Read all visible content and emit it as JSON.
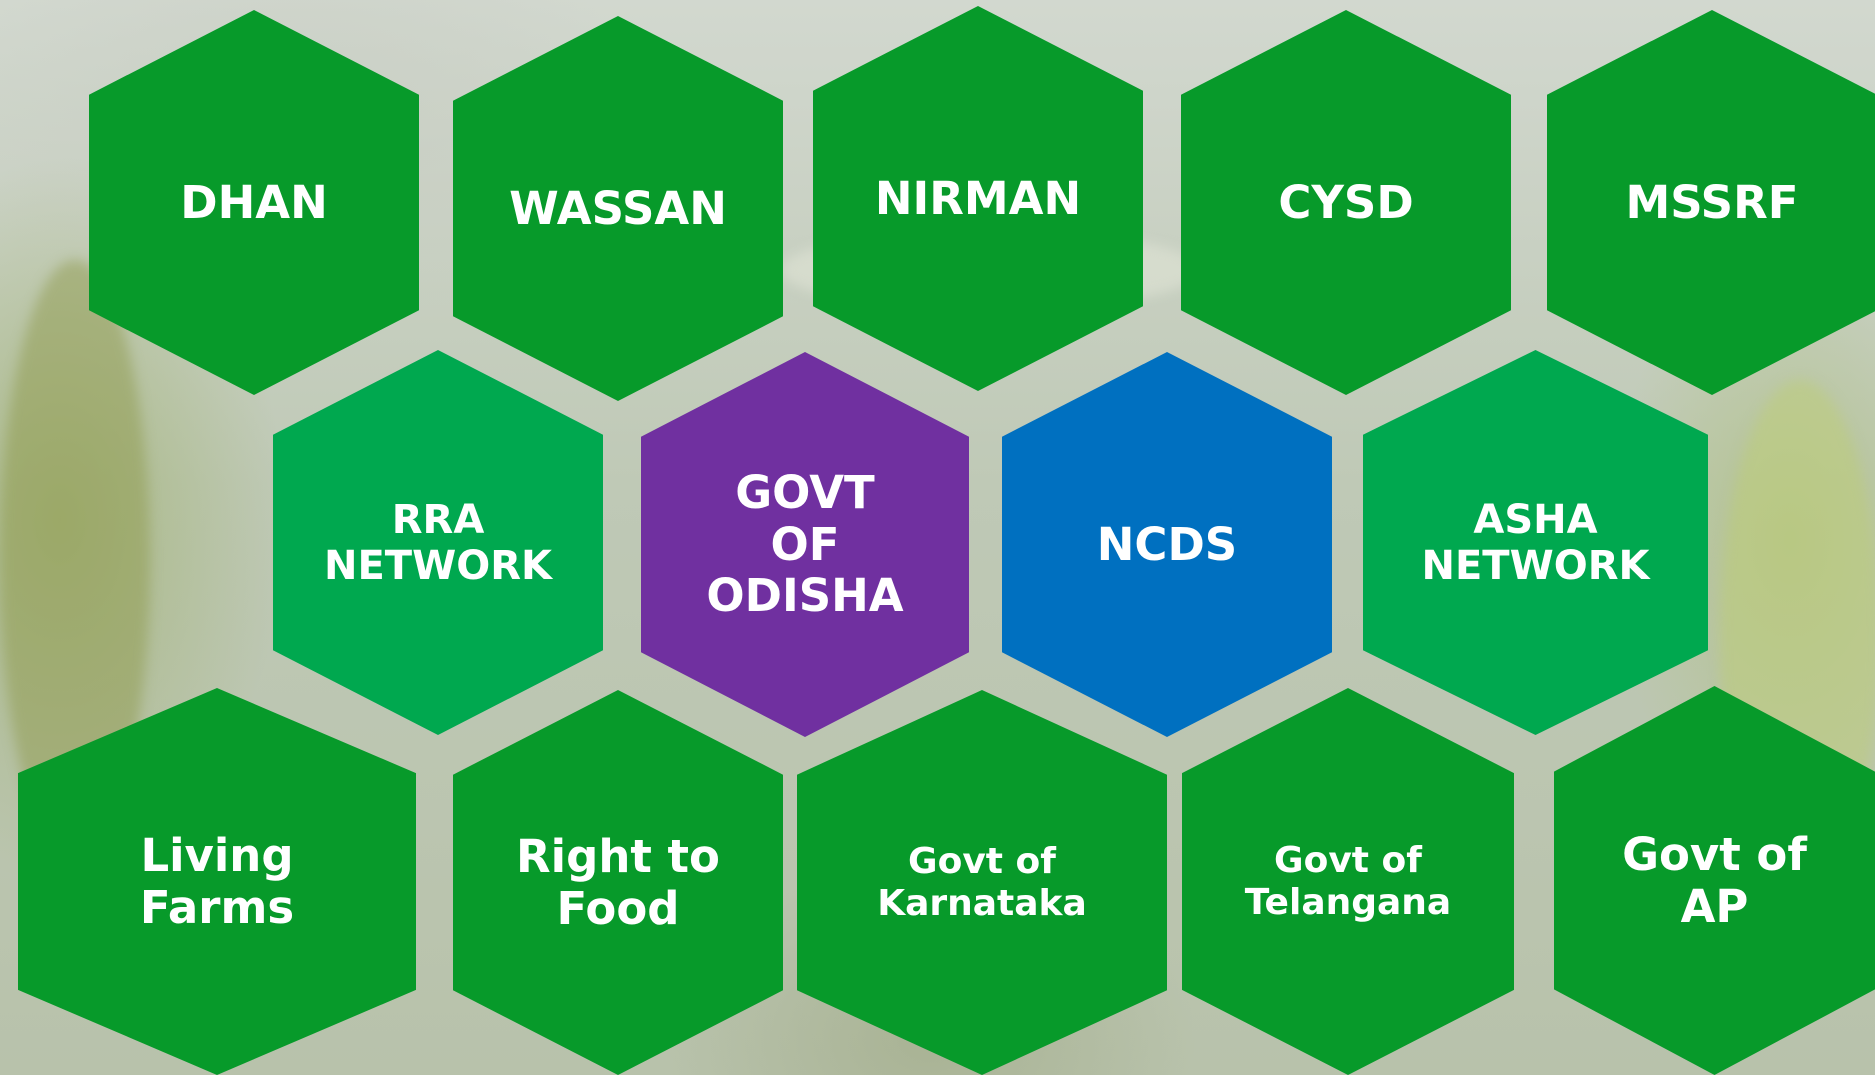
{
  "colors": {
    "green_dark": "#079a2a",
    "green_light": "#00a84f",
    "purple": "#7030a0",
    "blue": "#0070c0"
  },
  "partners": {
    "dhan": "DHAN",
    "wassan": "WASSAN",
    "nirman": "NIRMAN",
    "cysd": "CYSD",
    "mssrf": "MSSRF",
    "rra_network": [
      "RRA",
      "NETWORK"
    ],
    "govt_odisha": [
      "GOVT",
      "OF",
      "ODISHA"
    ],
    "ncds": "NCDS",
    "asha_network": [
      "ASHA",
      "NETWORK"
    ],
    "living_farms": [
      "Living",
      "Farms"
    ],
    "right_to_food": [
      "Right to",
      "Food"
    ],
    "govt_karnataka": [
      "Govt of",
      "Karnataka"
    ],
    "govt_telangana": [
      "Govt of",
      "Telangana"
    ],
    "govt_ap": [
      "Govt of",
      "AP"
    ]
  }
}
